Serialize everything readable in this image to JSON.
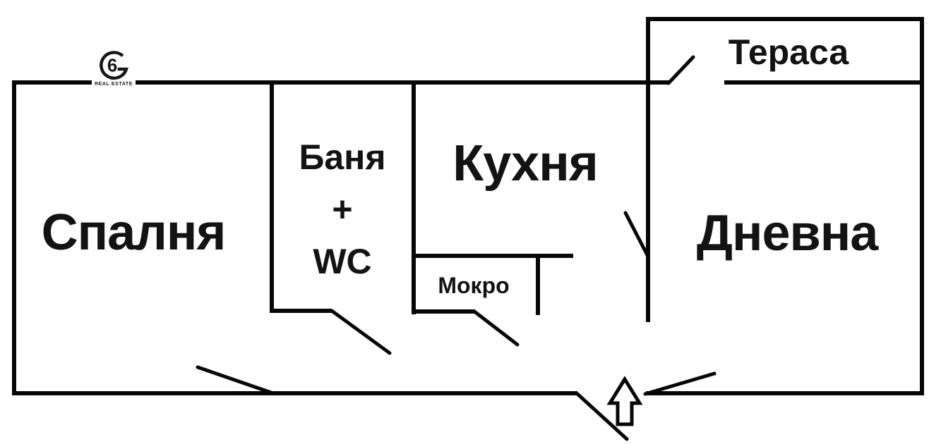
{
  "canvas": {
    "background": "#ffffff",
    "line_color": "#070707",
    "text_color": "#131313"
  },
  "logo": {
    "monogram_digit": "6",
    "caption": "REAL ESTATE"
  },
  "rooms": {
    "bedroom": {
      "label": "Спалня"
    },
    "bath_wc": {
      "lines": [
        "Баня",
        "+",
        "WC"
      ]
    },
    "kitchen": {
      "label": "Кухня"
    },
    "utility": {
      "label": "Мокро"
    },
    "living": {
      "label": "Дневна"
    },
    "terrace": {
      "label": "Тераса"
    }
  },
  "icons": {
    "entrance_arrow": "up-arrow",
    "logo_monogram": "g6-monogram"
  }
}
